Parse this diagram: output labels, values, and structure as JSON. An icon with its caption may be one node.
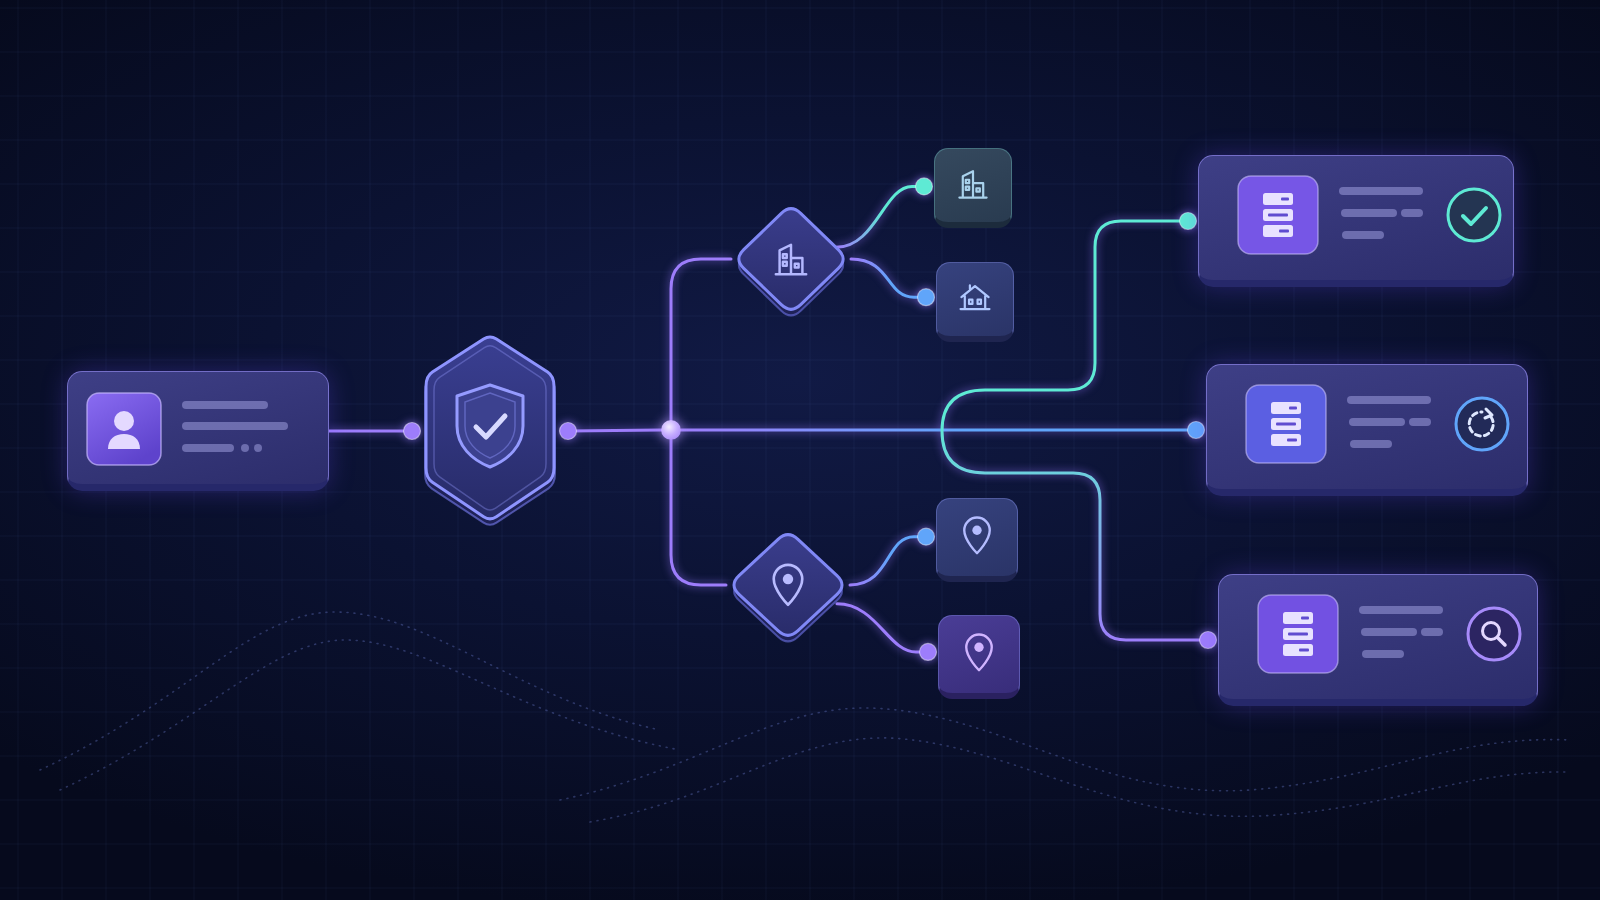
{
  "diagram": {
    "nodes": [
      {
        "text": [],
        "shape": "box"
      },
      {
        "text": [],
        "shape": "hexagon"
      },
      {
        "text": [],
        "shape": "circle"
      },
      {
        "text": [],
        "shape": "diamond"
      },
      {
        "text": [],
        "shape": "box"
      },
      {
        "text": [],
        "shape": "box"
      },
      {
        "text": [],
        "shape": "diamond"
      },
      {
        "text": [],
        "shape": "box"
      },
      {
        "text": [],
        "shape": "box"
      },
      {
        "text": [],
        "shape": "box"
      },
      {
        "text": [],
        "shape": "box"
      },
      {
        "text": [],
        "shape": "box"
      }
    ],
    "edges": [
      {
        "from": 0,
        "to": 1,
        "arrow": "other"
      },
      {
        "from": 1,
        "to": 2,
        "arrow": "other"
      },
      {
        "from": 2,
        "to": 3,
        "arrow": "none"
      },
      {
        "from": 2,
        "to": 6,
        "arrow": "none"
      },
      {
        "from": 2,
        "to": 10,
        "arrow": "other",
        "color": "#60a5fa"
      },
      {
        "from": 11,
        "to": 9,
        "arrow": "other",
        "color": "#5eead4"
      },
      {
        "from": 3,
        "to": 4,
        "arrow": "other",
        "color": "#5eead4"
      },
      {
        "from": 3,
        "to": 5,
        "arrow": "other",
        "color": "#60a5fa"
      },
      {
        "from": 6,
        "to": 7,
        "arrow": "other",
        "color": "#60a5fa"
      },
      {
        "from": 6,
        "to": 8,
        "arrow": "other"
      }
    ]
  }
}
